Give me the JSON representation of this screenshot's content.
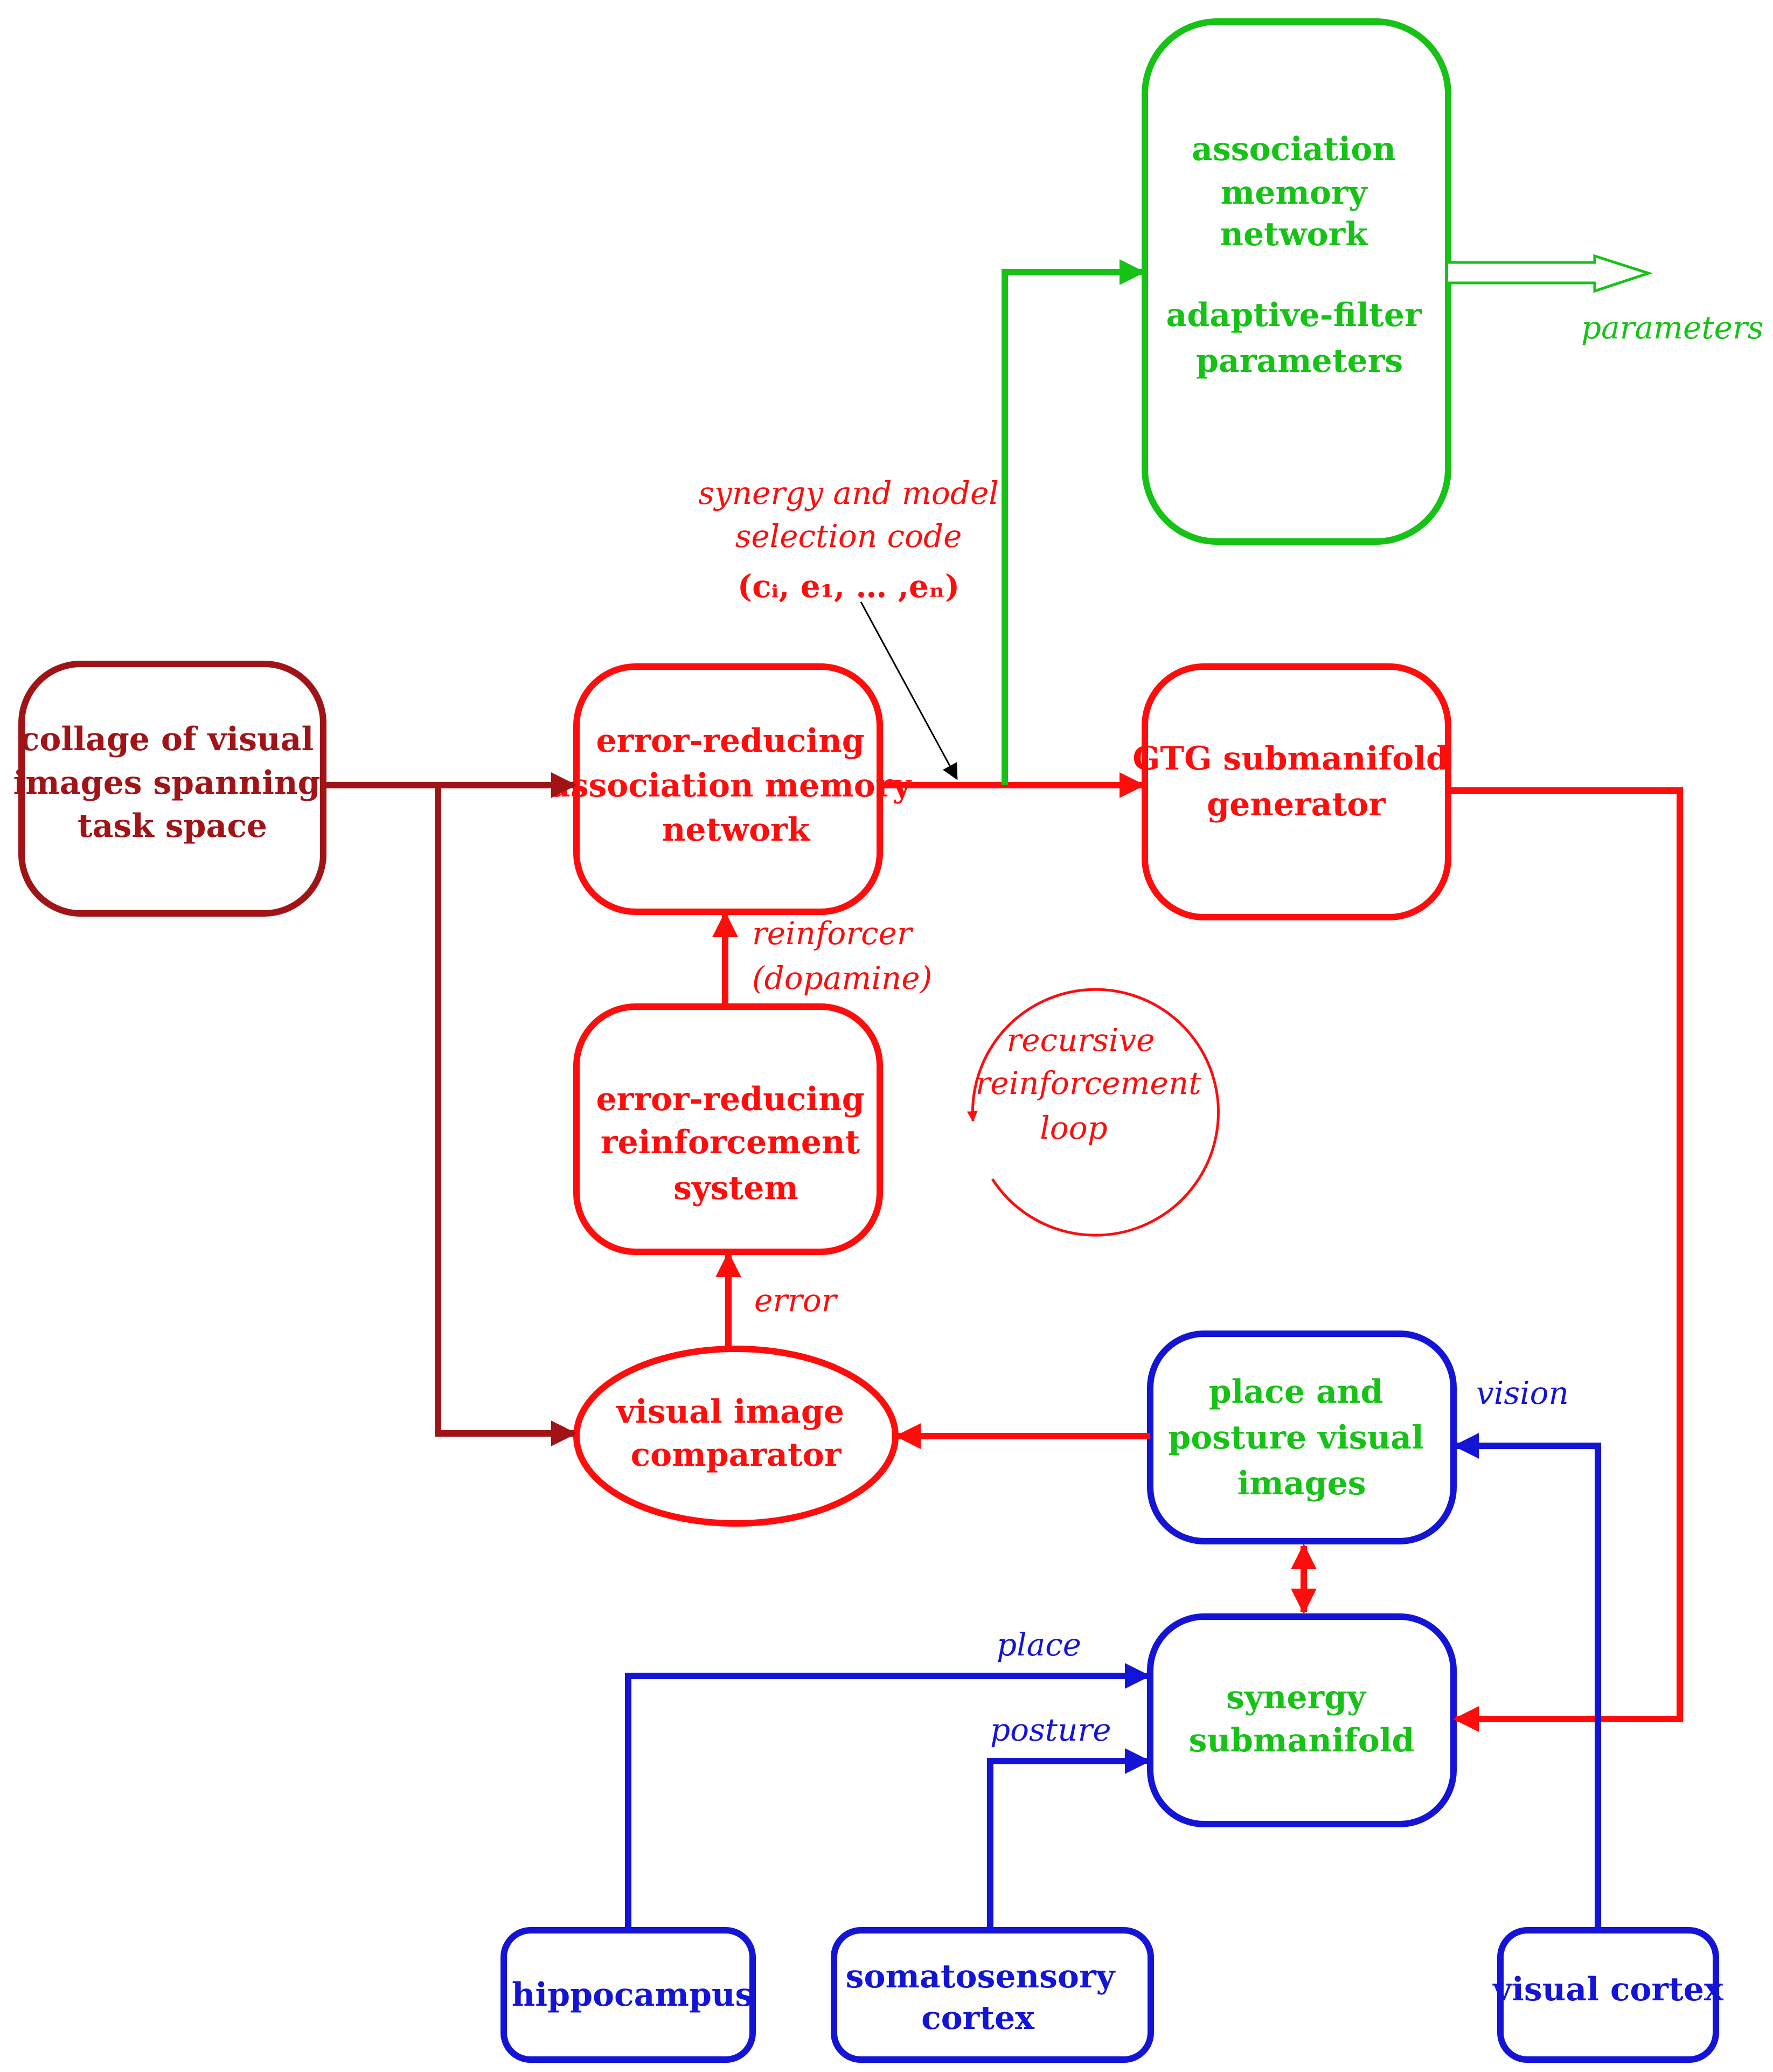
{
  "colors": {
    "dark_red": "#a01418",
    "red": "#ff0d0d",
    "green": "#16c216",
    "blue": "#1414d6",
    "black": "#000000"
  },
  "nodes": {
    "collage": {
      "lines": [
        "collage of visual",
        "images spanning",
        "task space"
      ]
    },
    "assoc_net": {
      "lines": [
        "error-reducing",
        "association memory",
        "network"
      ]
    },
    "reinf_sys": {
      "lines": [
        "error-reducing",
        "reinforcement",
        "system"
      ]
    },
    "comparator": {
      "lines": [
        "visual image",
        "comparator"
      ]
    },
    "gtg": {
      "lines": [
        "GTG submanifold",
        "generator"
      ]
    },
    "green_box": {
      "lines": [
        "association",
        "memory",
        "network",
        "adaptive-filter",
        "parameters"
      ]
    },
    "place_posture": {
      "lines": [
        "place and",
        "posture visual",
        "images"
      ]
    },
    "synergy": {
      "lines": [
        "synergy",
        "submanifold"
      ]
    },
    "hippocampus": {
      "lines": [
        "hippocampus"
      ]
    },
    "somatosensory": {
      "lines": [
        "somatosensory",
        "cortex"
      ]
    },
    "visual_cortex": {
      "lines": [
        "visual cortex"
      ]
    }
  },
  "labels": {
    "synergy_code_1": "synergy and model",
    "synergy_code_2": "selection code",
    "synergy_code_formula": "(cᵢ, e₁, … ,eₙ)",
    "reinforcer_1": "reinforcer",
    "reinforcer_2": "(dopamine)",
    "error": "error",
    "recursive_1": "recursive",
    "recursive_2": "reinforcement",
    "recursive_3": "loop",
    "parameters": "parameters",
    "vision": "vision",
    "place": "place",
    "posture": "posture"
  }
}
